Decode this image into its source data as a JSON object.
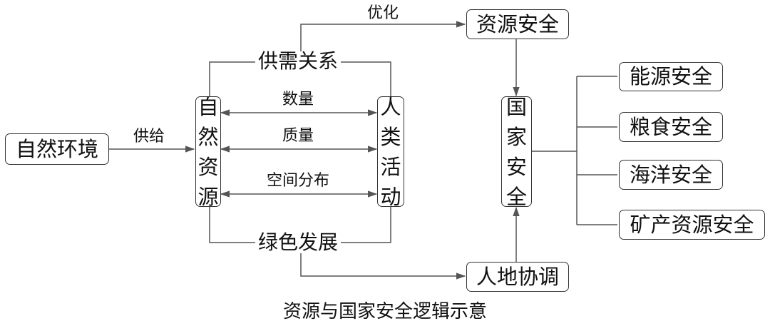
{
  "caption": "资源与国家安全逻辑示意",
  "nodes": {
    "natural_env": "自然环境",
    "natural_resources": [
      "自",
      "然",
      "资",
      "源"
    ],
    "human_activity": [
      "人",
      "类",
      "活",
      "动"
    ],
    "resource_security": "资源安全",
    "national_security": [
      "国",
      "家",
      "安",
      "全"
    ],
    "human_land": "人地协调",
    "energy_security": "能源安全",
    "food_security": "粮食安全",
    "ocean_security": "海洋安全",
    "mineral_security": "矿产资源安全"
  },
  "labels": {
    "supply": "供给",
    "optimize": "优化",
    "supply_demand": "供需关系",
    "quantity": "数量",
    "quality": "质量",
    "spatial": "空间分布",
    "green_dev": "绿色发展"
  }
}
